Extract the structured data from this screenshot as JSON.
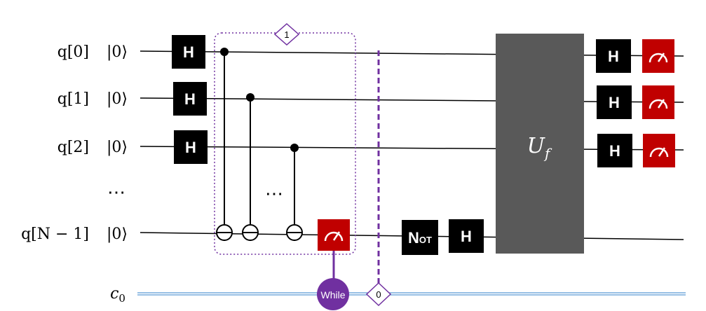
{
  "qubits": [
    {
      "label": "q[0]",
      "ket": "|0⟩"
    },
    {
      "label": "q[1]",
      "ket": "|0⟩"
    },
    {
      "label": "q[2]",
      "ket": "|0⟩"
    },
    {
      "label": "q[N − 1]",
      "ket": "|0⟩"
    }
  ],
  "ellipsis": "⋯",
  "classical": {
    "label": "c",
    "subscript": "0"
  },
  "gates": {
    "hadamard": "H",
    "not_main": "N",
    "not_sub": "OT",
    "oracle_main": "U",
    "oracle_sub": "f",
    "while_label": "While",
    "loop_count": "1",
    "barrier_marker": "0"
  },
  "colors": {
    "gate": "#000000",
    "measure": "#c00000",
    "oracle": "#595959",
    "loop": "#7030a0",
    "classical_wire": "#5b9bd5"
  }
}
